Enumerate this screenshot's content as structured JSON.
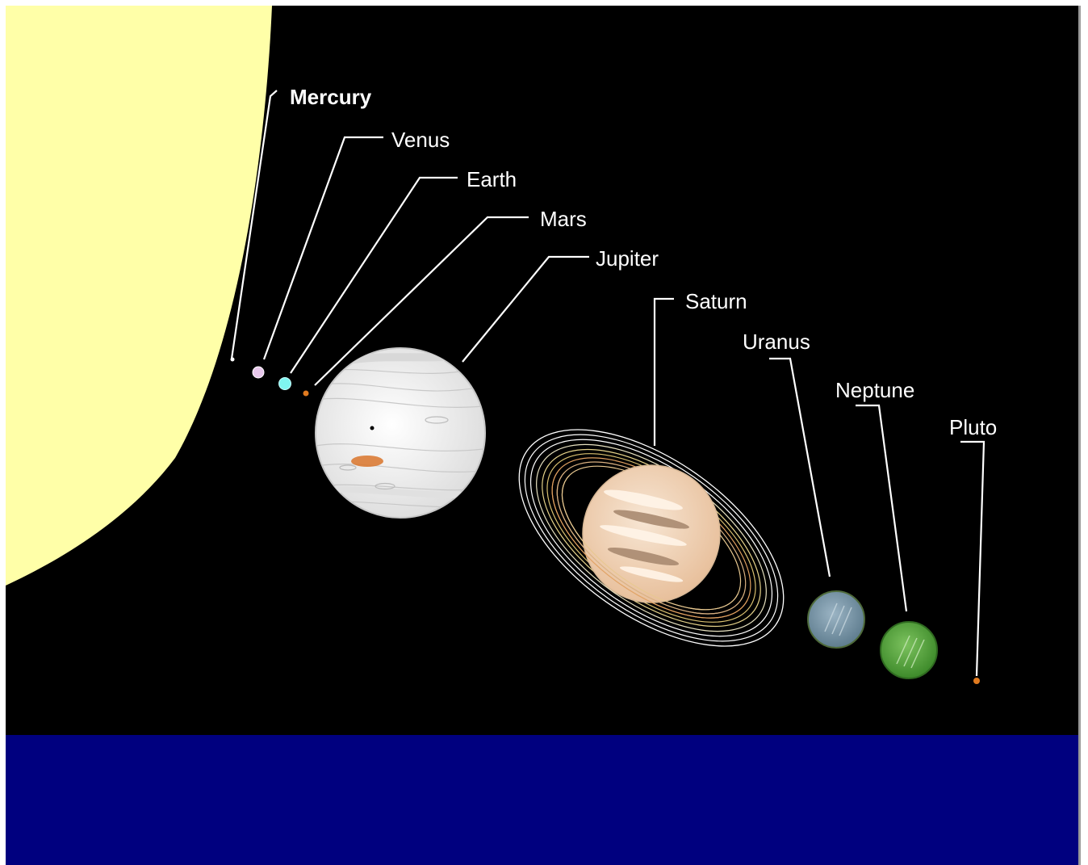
{
  "colors": {
    "space": "#000000",
    "sun": "#ffffa8",
    "bottom_panel": "#00007f",
    "label": "#ffffff"
  },
  "planets": {
    "mercury": {
      "label": "Mercury",
      "selected": true,
      "color": "#ffffff"
    },
    "venus": {
      "label": "Venus",
      "color": "#e8c8ec"
    },
    "earth": {
      "label": "Earth",
      "color": "#7ff5f0"
    },
    "mars": {
      "label": "Mars",
      "color": "#e07a1f"
    },
    "jupiter": {
      "label": "Jupiter",
      "color": "#f2f2f2",
      "spot_color": "#d9742a"
    },
    "saturn": {
      "label": "Saturn",
      "color": "#f0d2b8"
    },
    "uranus": {
      "label": "Uranus",
      "color": "#7d9bae"
    },
    "neptune": {
      "label": "Neptune",
      "color": "#55a83c"
    },
    "pluto": {
      "label": "Pluto",
      "color": "#e07a1f"
    }
  }
}
